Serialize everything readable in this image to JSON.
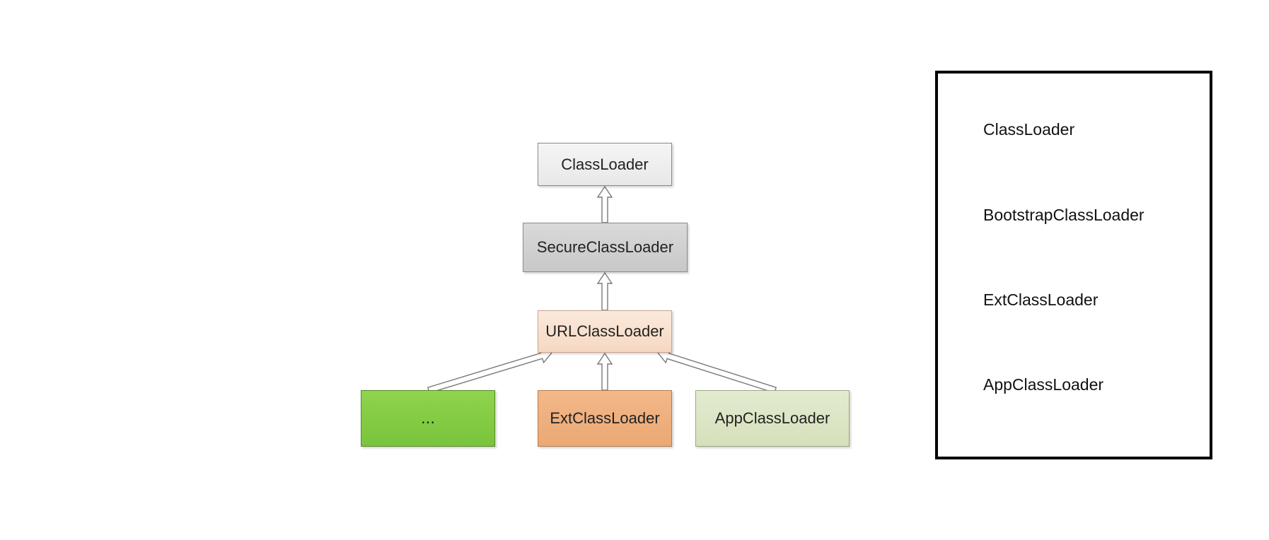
{
  "diagram": {
    "nodes": {
      "classloader": "ClassLoader",
      "secure_classloader": "SecureClassLoader",
      "url_classloader": "URLClassLoader",
      "other": "...",
      "ext_classloader": "ExtClassLoader",
      "app_classloader": "AppClassLoader"
    },
    "colors": {
      "classloader": "#eeeeee",
      "secure_classloader": "#d0d0d0",
      "url_classloader": "#f9e0cf",
      "other": "#84cc44",
      "ext_classloader": "#efb17f",
      "app_classloader": "#dce5c5"
    },
    "edges": [
      {
        "from": "secure_classloader",
        "to": "classloader",
        "type": "inheritance"
      },
      {
        "from": "url_classloader",
        "to": "secure_classloader",
        "type": "inheritance"
      },
      {
        "from": "other",
        "to": "url_classloader",
        "type": "inheritance"
      },
      {
        "from": "ext_classloader",
        "to": "url_classloader",
        "type": "inheritance"
      },
      {
        "from": "app_classloader",
        "to": "url_classloader",
        "type": "inheritance"
      }
    ]
  },
  "legend": {
    "items": [
      "ClassLoader",
      "BootstrapClassLoader",
      "ExtClassLoader",
      "AppClassLoader"
    ]
  }
}
